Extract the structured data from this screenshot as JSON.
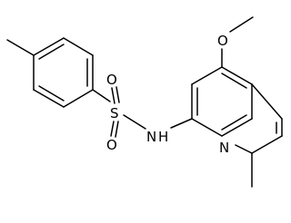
{
  "molecule": {
    "atoms": {
      "sulfur": "S",
      "oxygen_top": "O",
      "oxygen_bottom": "O",
      "nitrogen_amide": "N",
      "hydrogen_amide": "H",
      "oxygen_methoxy": "O",
      "nitrogen_ring": "N"
    }
  }
}
